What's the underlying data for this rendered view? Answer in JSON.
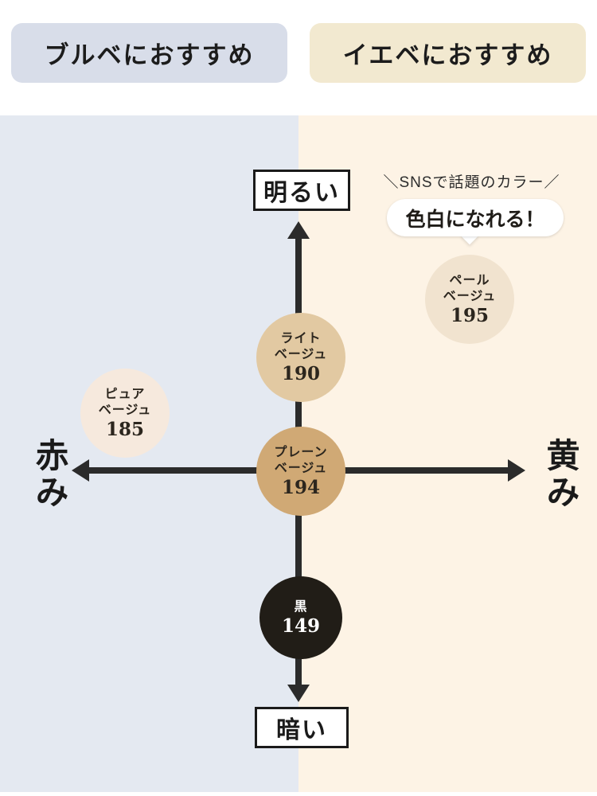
{
  "header": {
    "left_badge": "ブルベにおすすめ",
    "right_badge": "イエベにおすすめ"
  },
  "axes": {
    "top": "明るい",
    "bottom": "暗い",
    "left": "赤み",
    "right": "黄み"
  },
  "annotation": {
    "caption": "＼SNSで話題のカラー／",
    "bubble": "色白になれる！"
  },
  "points": {
    "pale": {
      "line1": "ペール",
      "line2": "ベージュ",
      "number": "195",
      "color": "#f1e3cf"
    },
    "light": {
      "line1": "ライト",
      "line2": "ベージュ",
      "number": "190",
      "color": "#e2c9a2"
    },
    "pure": {
      "line1": "ピュア",
      "line2": "ベージュ",
      "number": "185",
      "color": "#f6e9dd"
    },
    "plain": {
      "line1": "プレーン",
      "line2": "ベージュ",
      "number": "194",
      "color": "#d0a975"
    },
    "black": {
      "line1": "黒",
      "number": "149",
      "color": "#211d17"
    }
  },
  "colors": {
    "left_badge_bg": "#d8dde9",
    "right_badge_bg": "#f2e9d0",
    "cool_bg": "#e4e9f1",
    "warm_bg": "#fdf3e5",
    "arrow": "#2b2b2b"
  }
}
